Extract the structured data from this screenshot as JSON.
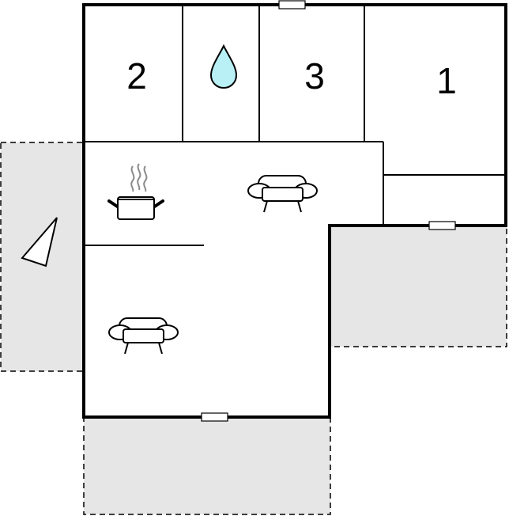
{
  "rooms": {
    "bedroom_a": {
      "label": "2"
    },
    "bedroom_b": {
      "label": "3"
    },
    "bedroom_c": {
      "label": "1"
    }
  },
  "icons": {
    "bathroom": "water-drop-icon",
    "kitchen": "cooking-pot-icon",
    "living_sofa": "sofa-icon",
    "dining_sofa": "sofa-icon",
    "north_arrow": "north-arrow-icon"
  },
  "colors": {
    "terrace_fill": "#e6e6e6",
    "water_drop": "#b8f0f5",
    "wall": "#000000",
    "steam": "#8a8a8a"
  }
}
